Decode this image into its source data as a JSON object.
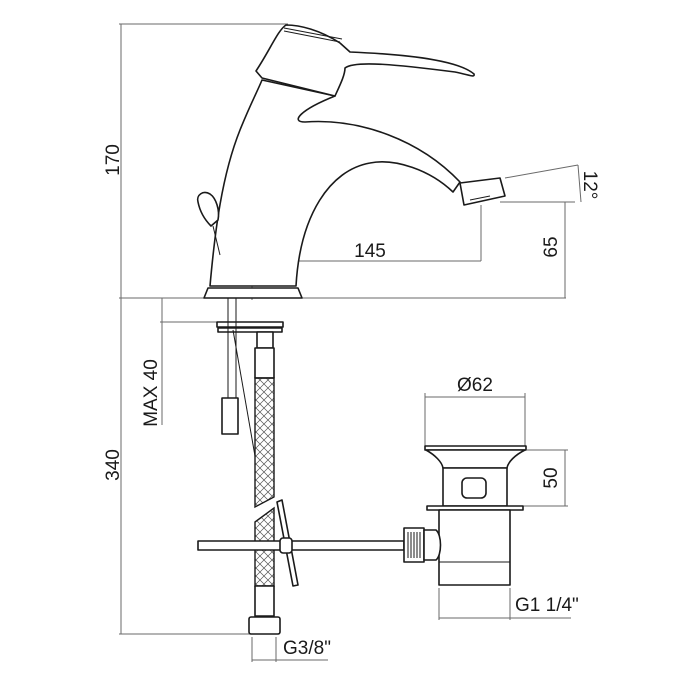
{
  "title": "Basin mixer technical drawing",
  "dimensions": {
    "total_height": "170",
    "spout_reach": "145",
    "spout_angle": "12°",
    "spout_height": "65",
    "max_deck_thickness": "MAX 40",
    "hose_length": "340",
    "drain_diameter": "Ø62",
    "drain_height": "50",
    "drain_thread": "G1 1/4\"",
    "hose_thread": "G3/8\""
  }
}
